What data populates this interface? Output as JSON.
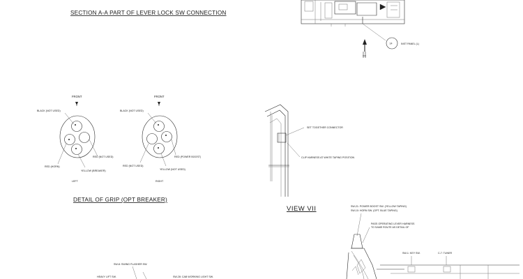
{
  "titles": {
    "section_aa": "SECTION  A-A  PART OF LEVER LOCK SW CONNECTION",
    "detail_grip": "DETAIL OF GRIP (OPT BREAKER)",
    "view_vii": "VIEW  VII"
  },
  "grip_left": {
    "front": "FRONT",
    "black": "BLACK (NOT USED)",
    "red_not_used": "RED (NOT USED)",
    "red_horn": "RED (HORN)",
    "yellow": "YELLOW (BREAKER)",
    "side": "LEFT"
  },
  "grip_right": {
    "front": "FRONT",
    "black": "BLACK (NOT USED)",
    "red_power": "RED (POWER BOOST)",
    "red_not_used": "RED (NOT USED)",
    "yellow": "YELLOW (NOT USED)",
    "side": "RIGHT"
  },
  "harness": {
    "connector": "SET TOGETHER CONNECTOR",
    "clip": "CLIP HARNESS AT WHITE TAPING POSITION"
  },
  "panel": {
    "number": "14",
    "label": "INST PANEL (L)"
  },
  "view_labels": {
    "sw21": "SW-21: POWER BOOST SW. (YELLOW TAPING)",
    "sw10": "SW-10: HORN SW. (OPT. BLUE TAPING)",
    "pass1": "PASS OPERATING LEVER HARNESS",
    "pass2": "TO SAME ROUTE AS DETAIL OF",
    "sw1": "SW-1: KEY SW.",
    "c7": "C-7: TUNER"
  },
  "bottom_labels": {
    "sw8": "SW-8: SWING FLASHER SW.",
    "heavy": "HEAVY LIFT SW.",
    "sw28": "SW-28: CAB WORKING LIGHT SW."
  }
}
